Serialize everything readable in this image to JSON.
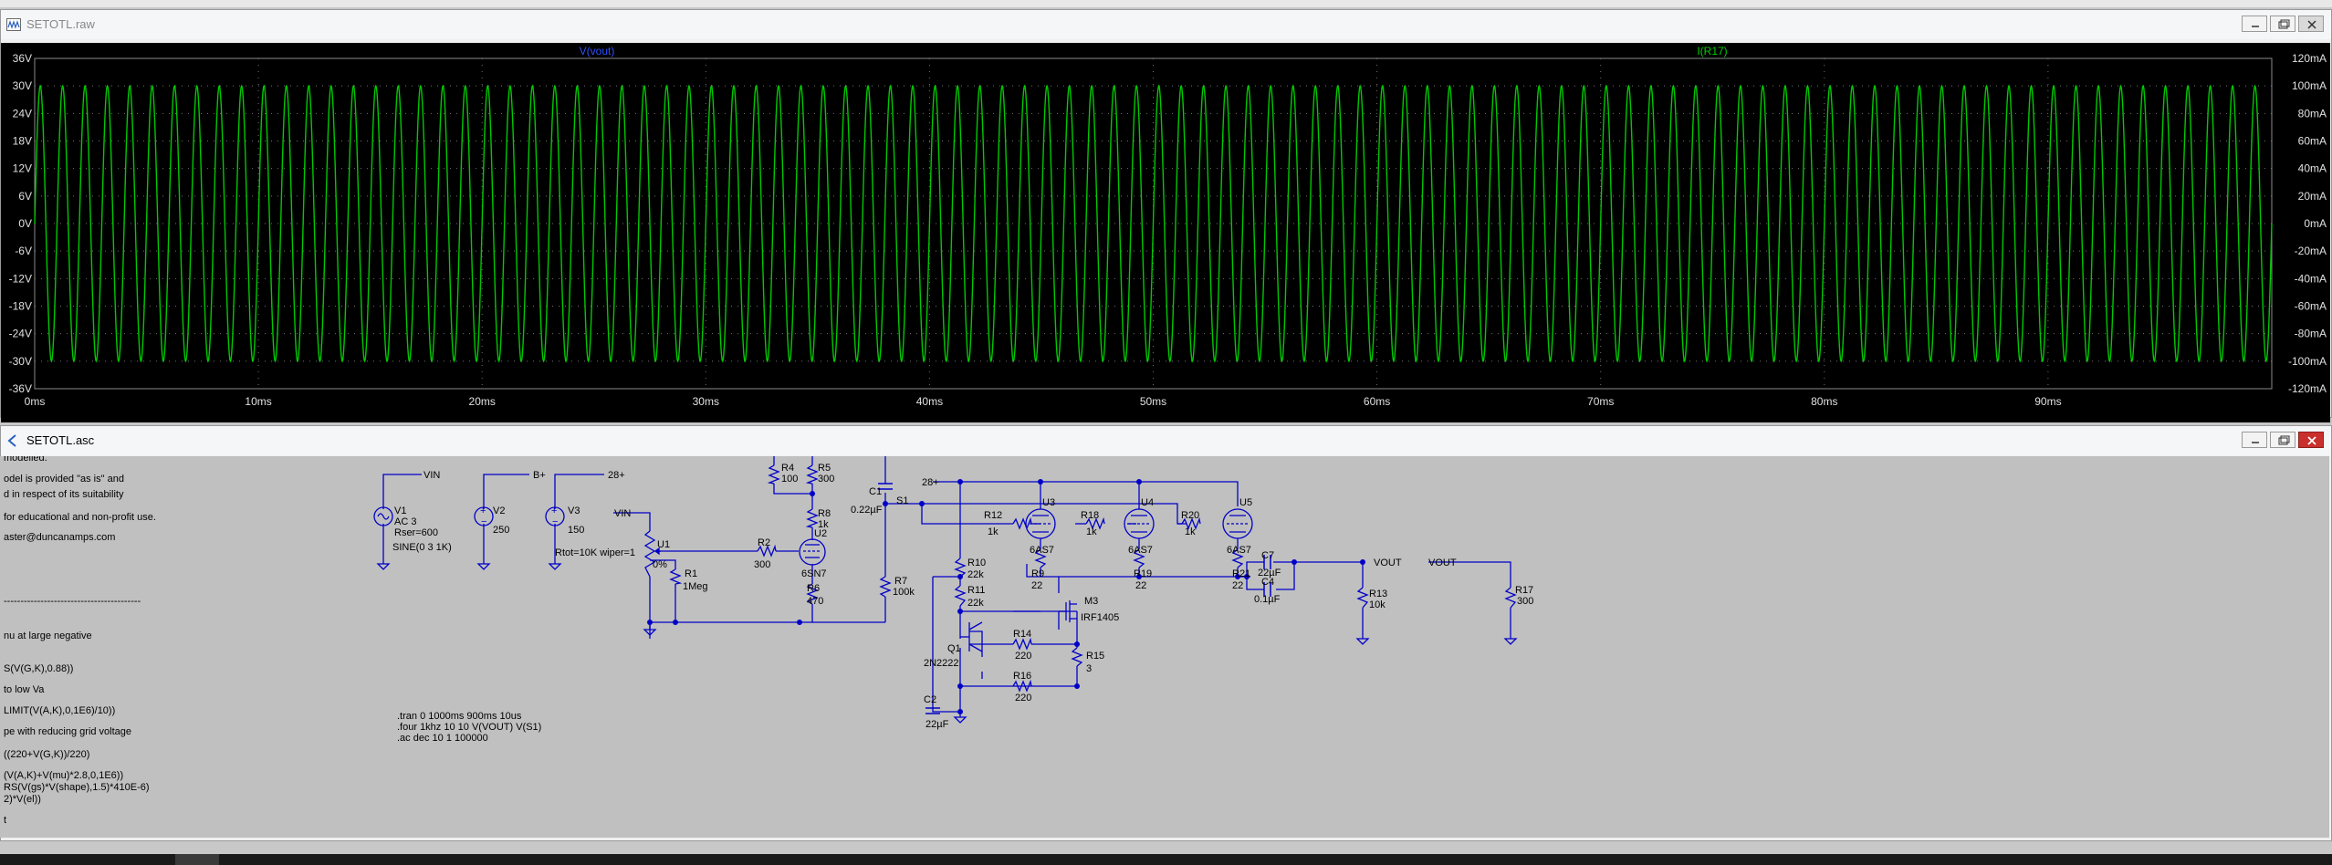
{
  "waveform_window": {
    "title": "SETOTL.raw",
    "trace_v": "V(vout)",
    "trace_i": "I(R17)",
    "left_axis": [
      "36V",
      "30V",
      "24V",
      "18V",
      "12V",
      "6V",
      "0V",
      "-6V",
      "-12V",
      "-18V",
      "-24V",
      "-30V",
      "-36V"
    ],
    "right_axis": [
      "120mA",
      "100mA",
      "80mA",
      "60mA",
      "40mA",
      "20mA",
      "0mA",
      "-20mA",
      "-40mA",
      "-60mA",
      "-80mA",
      "-100mA",
      "-120mA"
    ],
    "x_axis": [
      "0ms",
      "10ms",
      "20ms",
      "30ms",
      "40ms",
      "50ms",
      "60ms",
      "70ms",
      "80ms",
      "90ms"
    ]
  },
  "chart_data": {
    "type": "line",
    "series": [
      {
        "name": "V(vout)",
        "description": "sine wave, 1 kHz",
        "frequency_hz": 1000,
        "amplitude": 30,
        "offset": 0,
        "unit": "V"
      },
      {
        "name": "I(R17)",
        "frequency_hz": 1000,
        "amplitude": 0.1,
        "unit": "A"
      }
    ],
    "xlim_ms": [
      0,
      100
    ],
    "ylim_left": [
      -36,
      36
    ],
    "ylim_right_mA": [
      -120,
      120
    ],
    "color": "#00cc00",
    "grid": true
  },
  "schematic_window": {
    "title": "SETOTL.asc",
    "notes": [
      "modelled.",
      "odel is provided \"as is\" and",
      "d in respect of its suitability",
      "for educational and non-profit use.",
      "aster@duncanamps.com",
      "-----------------------------------------",
      "nu at large negative",
      "S(V(G,K),0.88))",
      "to low Va",
      "LIMIT(V(A,K),0,1E6)/10))",
      "pe with reducing grid voltage",
      "((220+V(G,K))/220)",
      "(V(A,K)+V(mu)*2.8,0,1E6))",
      "RS(V(gs)*V(shape),1.5)*410E-6)",
      "2)*V(el))",
      "t"
    ],
    "directives": [
      ".tran 0 1000ms 900ms 10us",
      ".four 1khz 10 10 V(VOUT) V(S1)",
      ".ac dec 10 1 100000"
    ],
    "components": {
      "v1": {
        "ref": "V1",
        "l1": "AC 3",
        "l2": "Rser=600",
        "l3": "SINE(0 3 1K)"
      },
      "v2": {
        "ref": "V2",
        "val": "250"
      },
      "v3": {
        "ref": "V3",
        "val": "150"
      },
      "u1": {
        "ref": "U1",
        "pct": "0%",
        "param": "Rtot=10K wiper=1"
      },
      "r1": {
        "ref": "R1",
        "val": "1Meg"
      },
      "r2": {
        "ref": "R2",
        "val": "300"
      },
      "r4": {
        "ref": "R4",
        "val": "100"
      },
      "r5": {
        "ref": "R5",
        "val": "300"
      },
      "r8": {
        "ref": "R8",
        "val": "1k"
      },
      "u2": {
        "ref": "U2",
        "val": "6SN7"
      },
      "r6": {
        "ref": "R6",
        "val": "470"
      },
      "r7": {
        "ref": "R7",
        "val": "100k"
      },
      "c1": {
        "ref": "C1",
        "val": "0.22µF"
      },
      "r10": {
        "ref": "R10",
        "val": "22k"
      },
      "r11": {
        "ref": "R11",
        "val": "22k"
      },
      "c2": {
        "ref": "C2",
        "val": "22µF"
      },
      "q1": {
        "ref": "Q1",
        "val": "2N2222"
      },
      "r14": {
        "ref": "R14",
        "val": "220"
      },
      "r16": {
        "ref": "R16",
        "val": "220"
      },
      "m3": {
        "ref": "M3",
        "val": "IRF1405"
      },
      "r15": {
        "ref": "R15",
        "val": "3"
      },
      "r12": {
        "ref": "R12",
        "val": "1k"
      },
      "u3": {
        "ref": "U3",
        "val": "6AS7"
      },
      "r9": {
        "ref": "R9",
        "val": "22"
      },
      "r18": {
        "ref": "R18",
        "val": "1k"
      },
      "u4": {
        "ref": "U4",
        "val": "6AS7"
      },
      "r19": {
        "ref": "R19",
        "val": "22"
      },
      "r20": {
        "ref": "R20",
        "val": "1k"
      },
      "u5": {
        "ref": "U5",
        "val": "6AS7"
      },
      "r21": {
        "ref": "R21",
        "val": "22"
      },
      "c7": {
        "ref": "C7",
        "val": "22µF"
      },
      "c4": {
        "ref": "C4",
        "val": "0.1µF"
      },
      "r13": {
        "ref": "R13",
        "val": "10k"
      },
      "r17": {
        "ref": "R17",
        "val": "300"
      }
    },
    "nets": {
      "vin": "VIN",
      "bplus": "B+",
      "b28": "28+",
      "s1": "S1",
      "vout": "VOUT"
    }
  }
}
